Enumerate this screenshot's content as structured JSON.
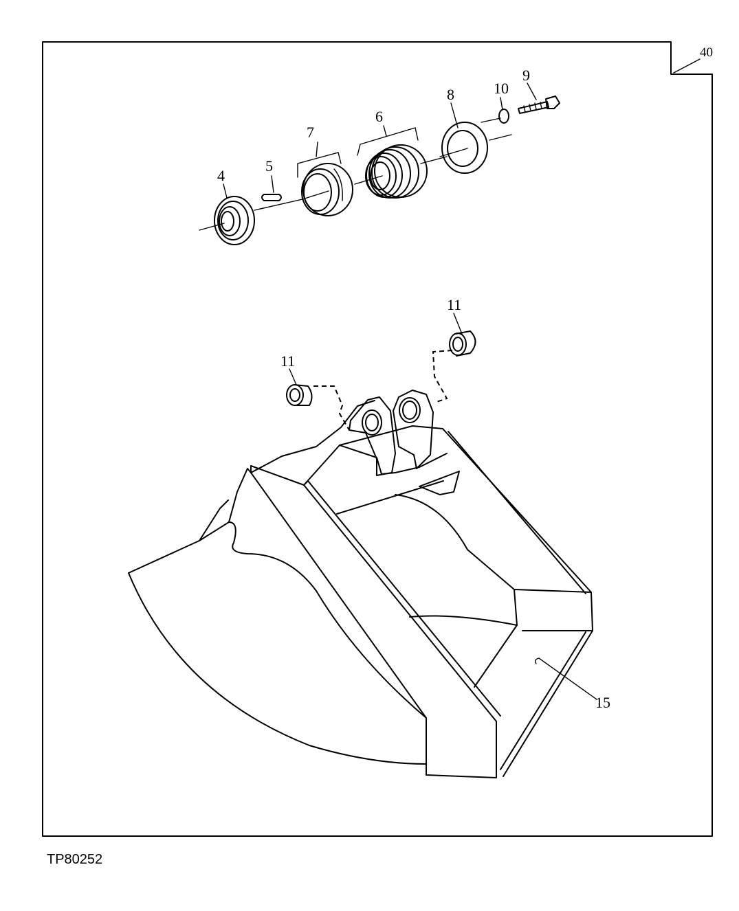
{
  "sheet": {
    "page_number": "40",
    "figure_id": "TP80252"
  },
  "callouts": {
    "c4": "4",
    "c5": "5",
    "c6": "6",
    "c7": "7",
    "c8": "8",
    "c9": "9",
    "c10": "10",
    "c11_right": "11",
    "c11_left": "11",
    "c15": "15"
  }
}
